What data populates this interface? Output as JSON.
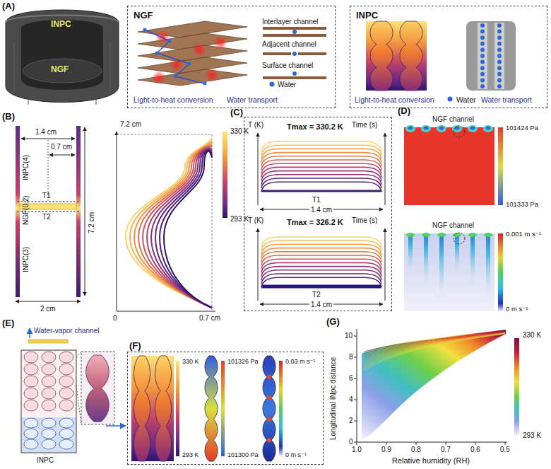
{
  "diagram": {
    "nodes": [
      {
        "text": [
          "NGF",
          "Interlayer channel",
          "Adjacent channel",
          "Surface channel",
          "Water",
          "Light-to-heat conversion",
          "Water transport"
        ]
      },
      {
        "text": [
          "INPC",
          "Light-to-heat conversion",
          "Water",
          "Water transport"
        ]
      },
      {
        "text": [
          "T (K)",
          "Tmax = 330.2 K",
          "Time (s)",
          "T1",
          "1.4 cm",
          "T (K)",
          "Tmax = 326.2 K",
          "Time (s)",
          "T2",
          "1.4 cm"
        ]
      },
      {
        "text": [
          "330 K",
          "293 K",
          "101326 Pa",
          "101300 Pa",
          "0.03 m s⁻¹",
          "0 m s⁻¹"
        ]
      }
    ],
    "labels": [
      "(A)",
      "INPC",
      "NGF",
      "(B)",
      "1.4 cm",
      "0.7 cm",
      "INPC(4)",
      "NGF(0.2)",
      "T1",
      "T2",
      "INPC(3)",
      "7.2 cm",
      "2 cm",
      "7.2 cm",
      "0",
      "0.7 cm",
      "330 K",
      "293 K",
      "(C)",
      "(D)",
      "NGF channel",
      "101424 Pa",
      "101333 Pa",
      "NGF channel",
      "0.001 m s⁻¹",
      "0 m s⁻¹",
      "(E)",
      "Water-vapor channel",
      "INPC",
      "(F)",
      "(G)",
      "Longitudinal INpc distance",
      "1.0",
      "0.9",
      "0.8",
      "0.7",
      "0.6",
      "0.5",
      "Relative humidity (RH)",
      "0",
      "2",
      "4",
      "6",
      "8",
      "10",
      "330 K",
      "293 K"
    ]
  }
}
